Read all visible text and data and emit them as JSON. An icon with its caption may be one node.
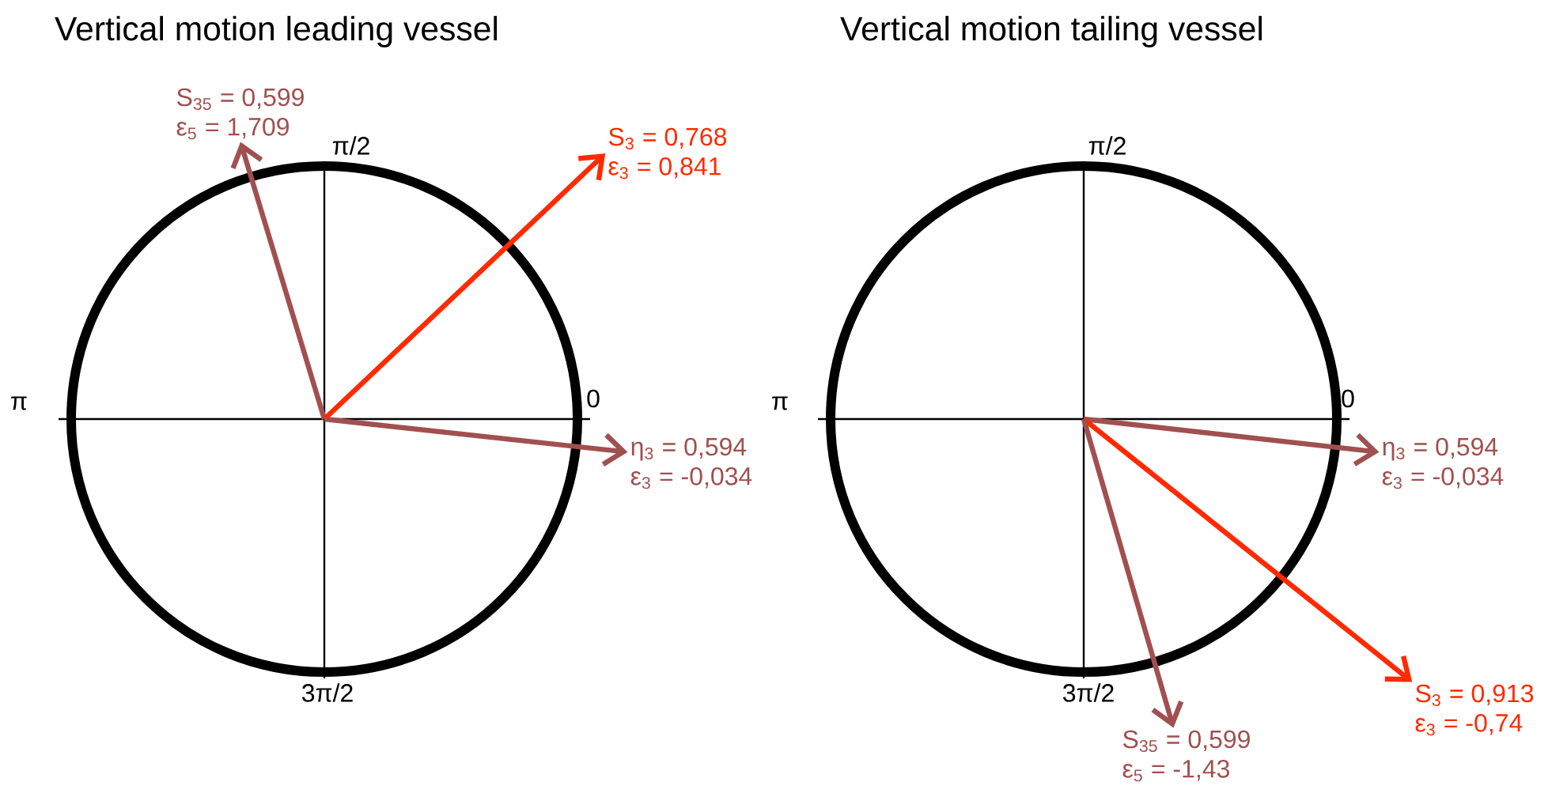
{
  "diagram": {
    "nodes": [
      {
        "text": [
          "S$_{35}$ = 0,599",
          "ε$_{5}$ = 1,709"
        ]
      },
      {
        "text": [
          "S$_{3}$ = 0,768",
          "ε$_{3}$ = 0,841"
        ]
      },
      {
        "text": [
          "η$_{3}$ = 0,594",
          "ε$_{3}$ = -0,034"
        ]
      },
      {
        "text": [
          "η$_{3}$ = 0,594",
          "ε$_{3}$ = -0,034"
        ]
      },
      {
        "text": [
          "S$_{3}$ = 0,913",
          "ε$_{3}$ = -0,74"
        ]
      },
      {
        "text": [
          "S$_{35}$ = 0,599",
          "ε$_{5}$ = -1,43"
        ]
      }
    ],
    "edges": [
      {
        "from": null,
        "to": 0,
        "arrow": "to"
      },
      {
        "from": null,
        "to": 1,
        "arrow": "to",
        "color": "#ff2a00"
      },
      {
        "from": null,
        "to": 2,
        "arrow": "to"
      },
      {
        "from": null,
        "to": 3,
        "arrow": "to"
      },
      {
        "from": null,
        "to": 4,
        "arrow": "to",
        "color": "#ff2a00"
      },
      {
        "from": null,
        "to": 5,
        "arrow": "to"
      }
    ],
    "labels": [
      "Vertical motion leading vessel",
      "π/2",
      "π",
      "0",
      "3π/2",
      "Vertical motion tailing vessel",
      "π/2",
      "π",
      "0",
      "3π/2"
    ]
  }
}
